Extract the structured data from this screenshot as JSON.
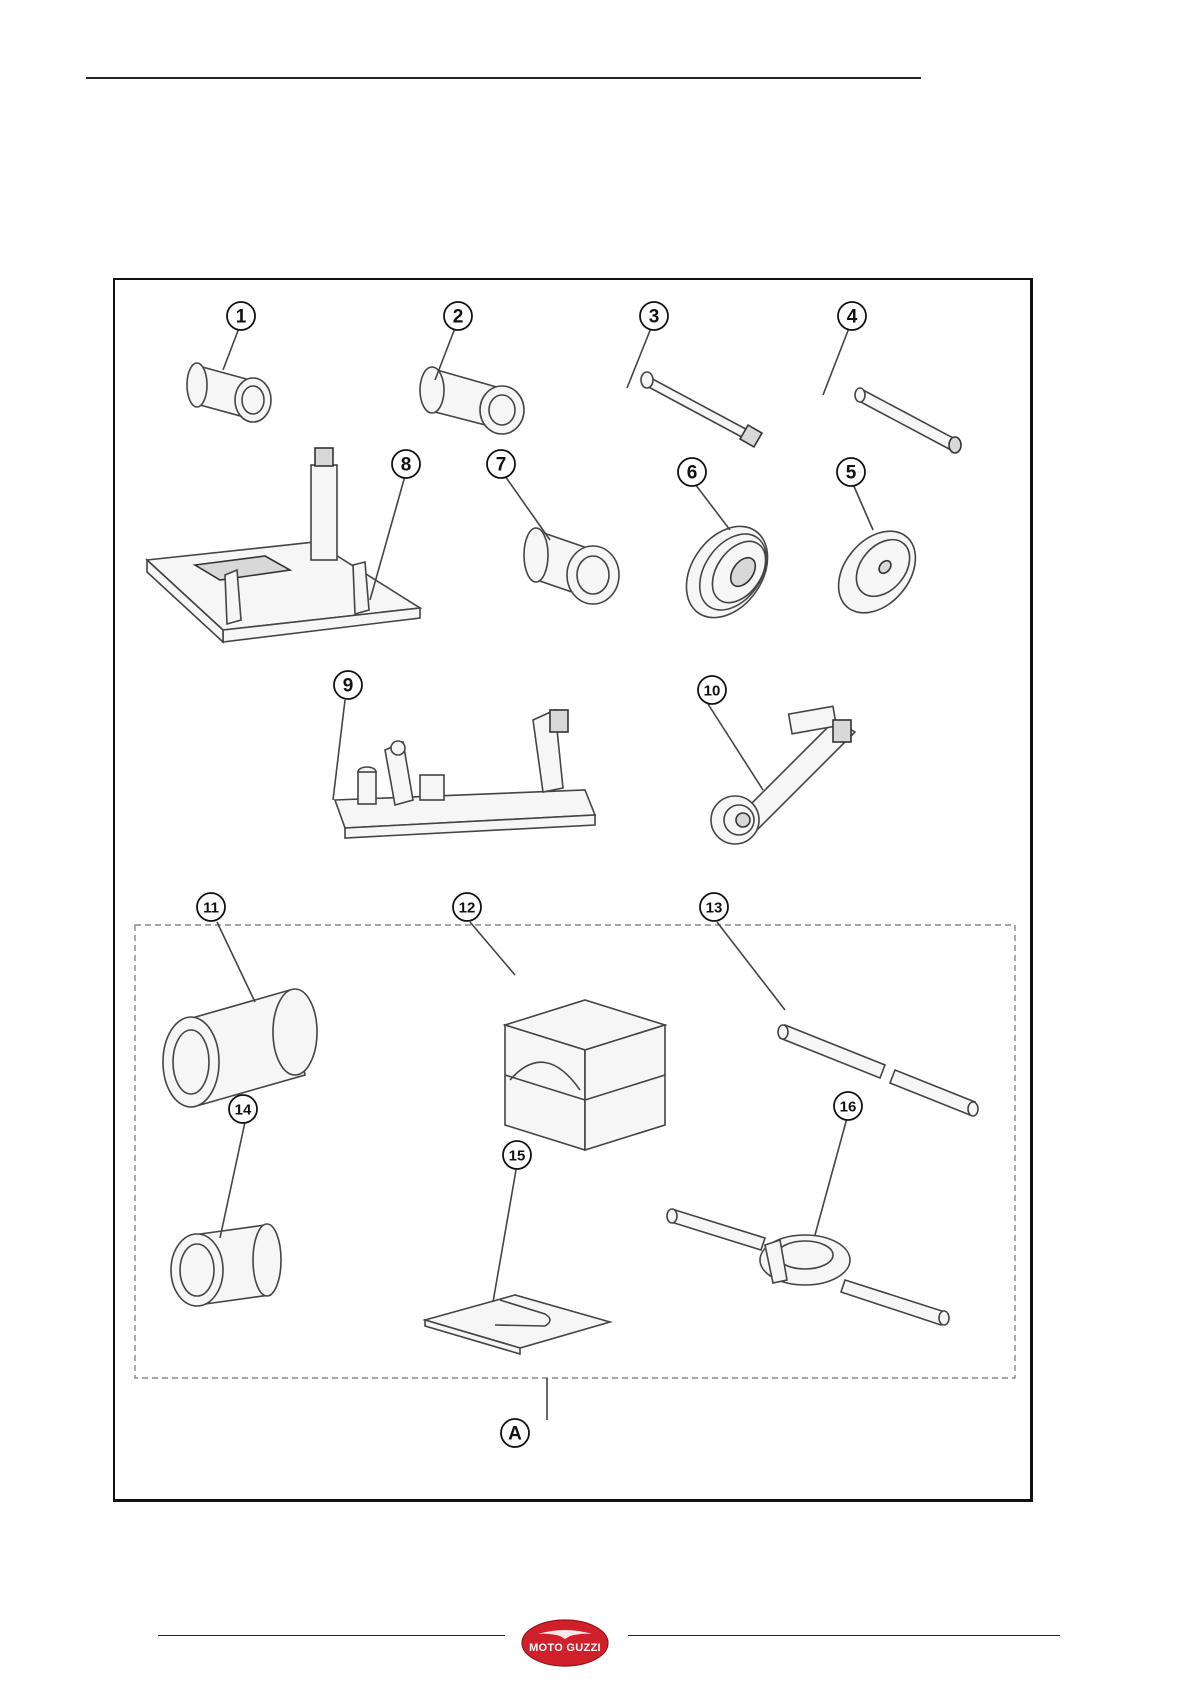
{
  "figure": {
    "callouts": [
      {
        "label": "1"
      },
      {
        "label": "2"
      },
      {
        "label": "3"
      },
      {
        "label": "4"
      },
      {
        "label": "5"
      },
      {
        "label": "6"
      },
      {
        "label": "7"
      },
      {
        "label": "8"
      },
      {
        "label": "9"
      },
      {
        "label": "10"
      },
      {
        "label": "11"
      },
      {
        "label": "12"
      },
      {
        "label": "13"
      },
      {
        "label": "14"
      },
      {
        "label": "15"
      },
      {
        "label": "16"
      },
      {
        "label": "A"
      }
    ]
  },
  "footer": {
    "logo_text": "MOTO GUZZI",
    "logo_color": "#d0202a"
  }
}
